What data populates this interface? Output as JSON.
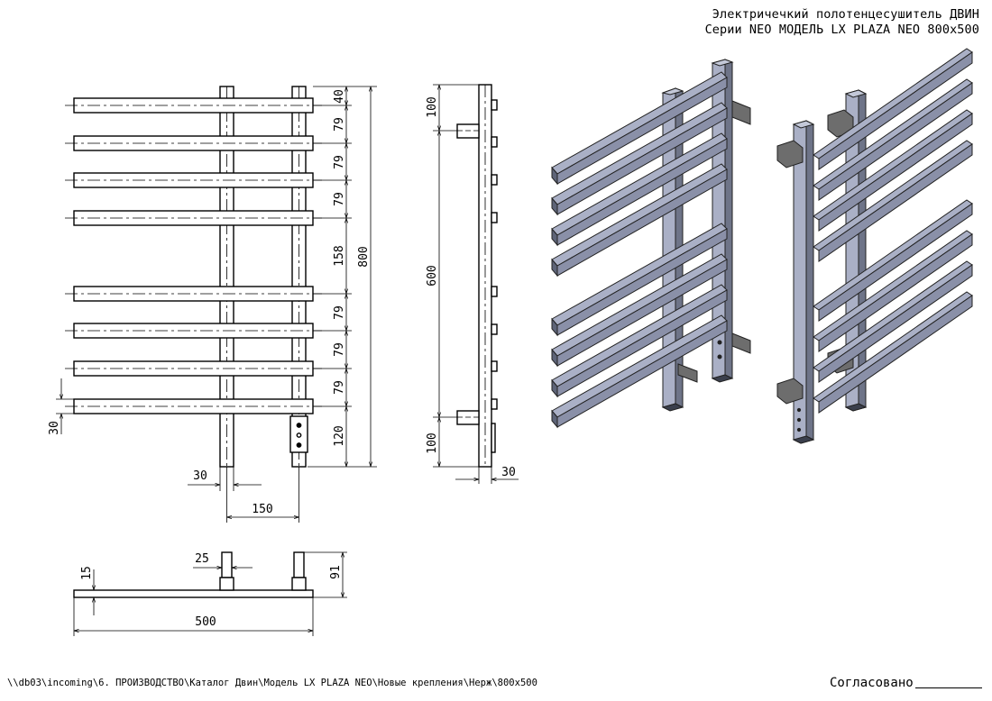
{
  "title": {
    "line1": "Электричечкий полотенцесушитель ДВИН",
    "line2": "Серии NEO МОДЕЛЬ LX PLAZA NEO 800x500"
  },
  "file_path": "\\\\db03\\incoming\\6. ПРОИЗВОДСТВО\\Каталог Двин\\Модель LX PLAZA NEO\\Новые крепления\\Нерж\\800x500",
  "approval_label": "Согласовано",
  "front_view": {
    "spacing_dims": [
      "40",
      "79",
      "79",
      "79",
      "158",
      "79",
      "79",
      "79",
      "120"
    ],
    "overall_height": "800",
    "bar_thickness": "30",
    "post_width": "30",
    "post_spacing": "150"
  },
  "side_view": {
    "top_offset": "100",
    "connection_spacing": "600",
    "bottom_offset": "100",
    "depth": "30"
  },
  "top_view": {
    "bar_thickness": "15",
    "post_size": "25",
    "total_depth": "91",
    "width": "500"
  },
  "colors": {
    "line": "#000000",
    "steel_light": "#aab0c6",
    "steel_mid": "#8a90a8",
    "steel_dark": "#5e6478",
    "bracket": "#6d6d6d"
  }
}
